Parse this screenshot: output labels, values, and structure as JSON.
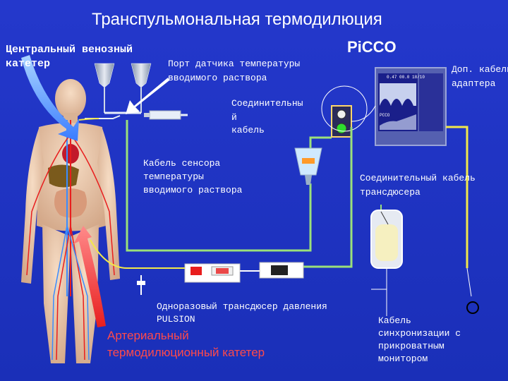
{
  "title": "Транспульмональная термодилюция",
  "labels": {
    "cvc_line1": "Центральный венозный",
    "cvc_line2": "катетер",
    "port_line1": "Порт датчика температуры",
    "port_line2": "вводимого раствора",
    "device": "PiCCO",
    "adapter_line1": "Доп. кабель",
    "adapter_line2": "адаптера",
    "conn_line1": "Соединительны",
    "conn_line2": "й",
    "conn_line3": "кабель",
    "sensor_line1": "Кабель сенсора",
    "sensor_line2": "температуры",
    "sensor_line3": "вводимого раствора",
    "trans_cable_line1": "Соединительный кабель",
    "trans_cable_line2": "трансдюсера",
    "disposable_line1": "Одноразовый трансдюсер давления",
    "disposable_line2": "PULSION",
    "arterial_line1": "Артериальный",
    "arterial_line2": "термодилюционный катетер",
    "sync_line1": "Кабель",
    "sync_line2": "синхронизации  с",
    "sync_line3": "прикроватным",
    "sync_line4": "монитором"
  },
  "monitor": {
    "header_values": "0.47  00.0  18/10",
    "small_label": "PCCO"
  },
  "colors": {
    "background": "#1f33c4",
    "cable_green": "#9be07a",
    "cable_yellow": "#f2e84a",
    "arterial_red": "#e81e1e",
    "venous_blue": "#3a8cff",
    "skin": "#e8c7a8"
  },
  "icons": [
    "iv-bag-icon",
    "syringe-icon",
    "monitor-icon",
    "pressure-bag-icon",
    "transducer-icon",
    "cable-end-icon",
    "human-body-icon"
  ]
}
